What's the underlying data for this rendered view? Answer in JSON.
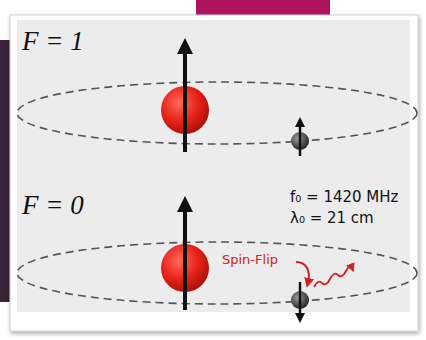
{
  "diagram": {
    "labels": [
      "F = 1",
      "F = 0",
      "f₀ = 1420 MHz",
      "λ₀ = 21 cm",
      "Spin-Flip"
    ]
  }
}
